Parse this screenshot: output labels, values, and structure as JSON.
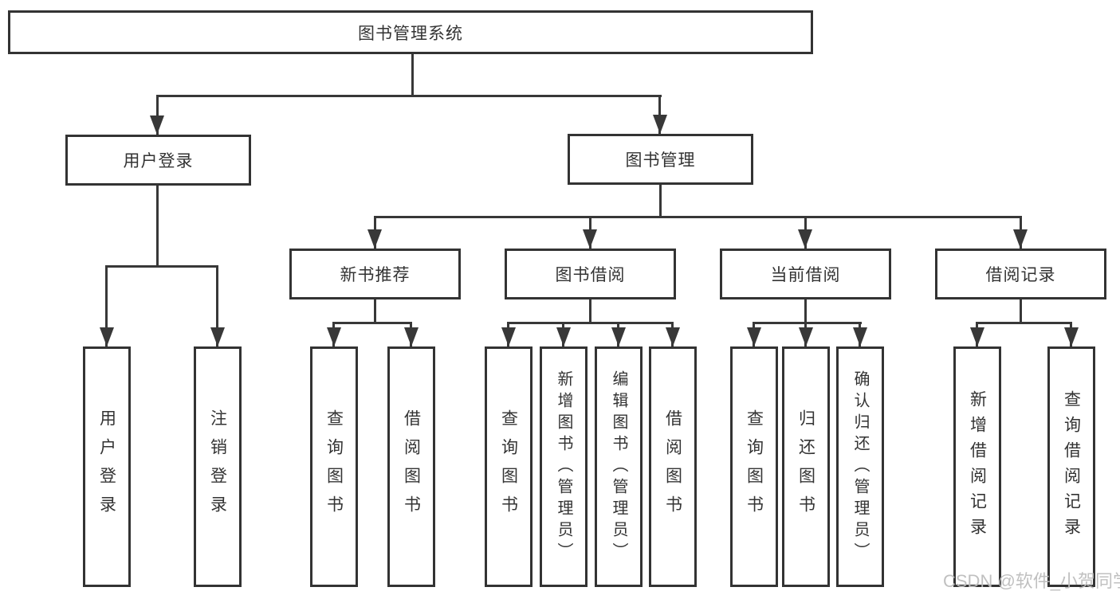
{
  "diagram": {
    "root": "图书管理系统",
    "children": [
      {
        "label": "用户登录",
        "children": [
          "用户登录",
          "注销登录"
        ]
      },
      {
        "label": "图书管理",
        "children": [
          {
            "label": "新书推荐",
            "children": [
              "查询图书",
              "借阅图书"
            ]
          },
          {
            "label": "图书借阅",
            "children": [
              "查询图书",
              "新增图书（管理员）",
              "编辑图书（管理员）",
              "借阅图书"
            ]
          },
          {
            "label": "当前借阅",
            "children": [
              "查询图书",
              "归还图书",
              "确认归还（管理员）"
            ]
          },
          {
            "label": "借阅记录",
            "children": [
              "新增借阅记录",
              "查询借阅记录"
            ]
          }
        ]
      }
    ]
  },
  "watermark": {
    "text": "CSDN @软件_小贺同学"
  },
  "colors": {
    "line": "#383838",
    "box_border": "#333333",
    "text": "#333333",
    "watermark": "#bdbdbd",
    "background": "#ffffff"
  }
}
